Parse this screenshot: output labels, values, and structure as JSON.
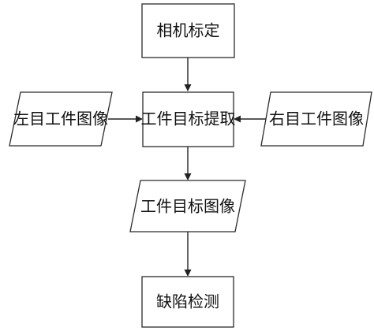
{
  "nodes": {
    "camera_calibration": {
      "label": "相机标定",
      "shape": "rectangle"
    },
    "left_image": {
      "label": "左目工件图像",
      "shape": "parallelogram"
    },
    "target_extraction": {
      "label": "工件目标提取",
      "shape": "rectangle"
    },
    "right_image": {
      "label": "右目工件图像",
      "shape": "parallelogram"
    },
    "target_image": {
      "label": "工件目标图像",
      "shape": "parallelogram"
    },
    "defect_detection": {
      "label": "缺陷检测",
      "shape": "rectangle"
    }
  },
  "edges": [
    {
      "from": "camera_calibration",
      "to": "target_extraction"
    },
    {
      "from": "left_image",
      "to": "target_extraction"
    },
    {
      "from": "right_image",
      "to": "target_extraction"
    },
    {
      "from": "target_extraction",
      "to": "target_image"
    },
    {
      "from": "target_image",
      "to": "defect_detection"
    }
  ],
  "colors": {
    "stroke": "#2b2b2b",
    "text": "#111111",
    "background": "#ffffff"
  }
}
